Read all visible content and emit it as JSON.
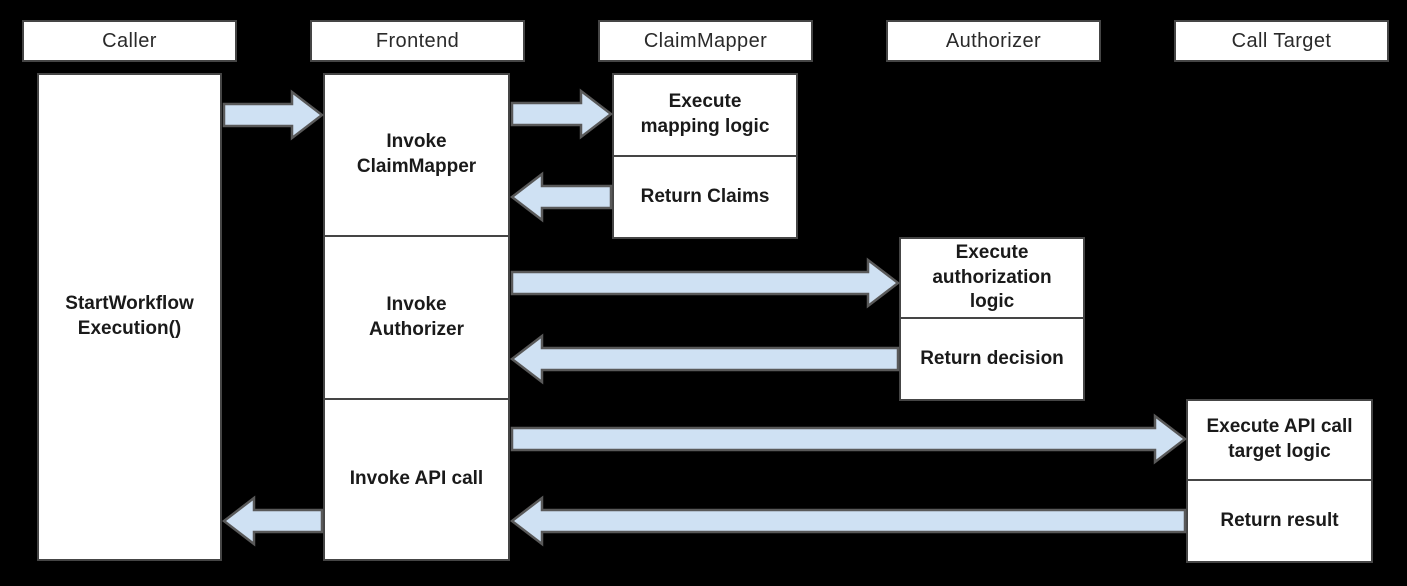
{
  "diagram": {
    "type": "sequence-diagram",
    "columns": [
      {
        "header": "Caller",
        "sections": [
          "StartWorkflow\nExecution()"
        ]
      },
      {
        "header": "Frontend",
        "sections": [
          "Invoke\nClaimMapper",
          "Invoke\nAuthorizer",
          "Invoke API call"
        ]
      },
      {
        "header": "ClaimMapper",
        "sections": [
          "Execute\nmapping logic",
          "Return Claims"
        ]
      },
      {
        "header": "Authorizer",
        "sections": [
          "Execute\nauthorization\nlogic",
          "Return decision"
        ]
      },
      {
        "header": "Call Target",
        "sections": [
          "Execute API call\ntarget logic",
          "Return result"
        ]
      }
    ],
    "arrows": [
      {
        "from": "Caller",
        "to": "Frontend",
        "type": "call"
      },
      {
        "from": "Frontend",
        "to": "ClaimMapper",
        "type": "call"
      },
      {
        "from": "ClaimMapper",
        "to": "Frontend",
        "type": "return"
      },
      {
        "from": "Frontend",
        "to": "Authorizer",
        "type": "call"
      },
      {
        "from": "Authorizer",
        "to": "Frontend",
        "type": "return"
      },
      {
        "from": "Frontend",
        "to": "Call Target",
        "type": "call"
      },
      {
        "from": "Call Target",
        "to": "Frontend",
        "type": "return"
      },
      {
        "from": "Frontend",
        "to": "Caller",
        "type": "return"
      }
    ]
  },
  "colors": {
    "page_bg": "#000000",
    "box_bg": "#ffffff",
    "box_border": "#454545",
    "header_text": "#2a2a2a",
    "label_text": "#1a1a1a",
    "arrow_fill": "#cfe1f3",
    "arrow_stroke": "#595959"
  }
}
